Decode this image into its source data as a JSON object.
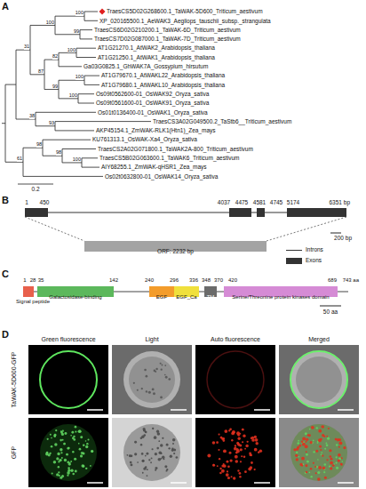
{
  "diagram": {
    "nodes": [
      {
        "text": [
          "ORF: 2232 bp"
        ]
      },
      {
        "text": [
          "Signal peptide"
        ]
      },
      {
        "text": [
          "Galactosidase-binding"
        ]
      },
      {
        "text": [
          "EGF"
        ]
      },
      {
        "text": [
          "EGF_Ca"
        ]
      },
      {
        "text": [
          "TM"
        ]
      },
      {
        "text": [
          "Serine/Threonine protein kinases domain"
        ]
      }
    ],
    "labels": [
      "A",
      "TraesCS5D02G268600.1_TaWAK-5D600_Triticum_aestivum",
      "XP_020165500.1_AeWAK3_Aegilops_tauschii_subsp._strangulata",
      "TraesCS6D02G210200.1_TaWAK-6D_Triticum_aestivum",
      "TraesCS7D02G087000.1_TaWAK-7D_Triticum_aestivum",
      "AT1G21270.1_AtWAK2_Arabidopsis_thaliana",
      "AT1G21250.1_AtWAK1_Arabidopsis_thaliana",
      "Ga03G0825.1_GhWAK7A_Gossypium_hirsutum",
      "AT1G79670.1_AtWAKL22_Arabidopsis_thaliana",
      "AT1G79680.1_AtWAKL10_Arabidopsis_thaliana",
      "Os09t0562600-01_OsWAK92_Oryza_sativa",
      "Os09t0561600-01_OsWAK91_Oryza_sativa",
      "Os01t0136400-01_OsWAK1_Oryza_sativa",
      "TraesCS3A02G049500.2_TaStb6__Triticum_aestivum",
      "AKP45154.1_ZmWAK-RLK1(Htn1)_Zea_mays",
      "KU761313.1_OsWAK-Xa4_Oryza_sativa",
      "TraesCS2A02G071800.1_TaWAK2A-800_Triticum_aestivum",
      "TraesCS5B02G063600.1_TaWAK6_Triticum_aestivum",
      "AIY68255.1_ZmWAK-qHSR1_Zea_mays",
      "Os02t0632800-01_OsWAK14_Oryza_sativa",
      "100",
      "100",
      "99",
      "31",
      "100",
      "87",
      "82",
      "99",
      "100",
      "100",
      "38",
      "93",
      "61",
      "98",
      "98",
      "100",
      "0.2",
      "B",
      "1",
      "450",
      "4037",
      "4475",
      "4581",
      "4745",
      "5174",
      "6351 bp",
      "200 bp",
      "C",
      "1",
      "28",
      "35",
      "142",
      "240",
      "296",
      "336",
      "348",
      "370",
      "420",
      "689",
      "743 aa",
      "50 aa",
      "D",
      "Green fluorescence",
      "Light",
      "Auto fluorescence",
      "Merged",
      "TaWAK-5D600-GFP",
      "GFP"
    ],
    "legend": [
      {
        "text": "Introns"
      },
      {
        "text": "Exons",
        "color": "#333333"
      }
    ]
  }
}
